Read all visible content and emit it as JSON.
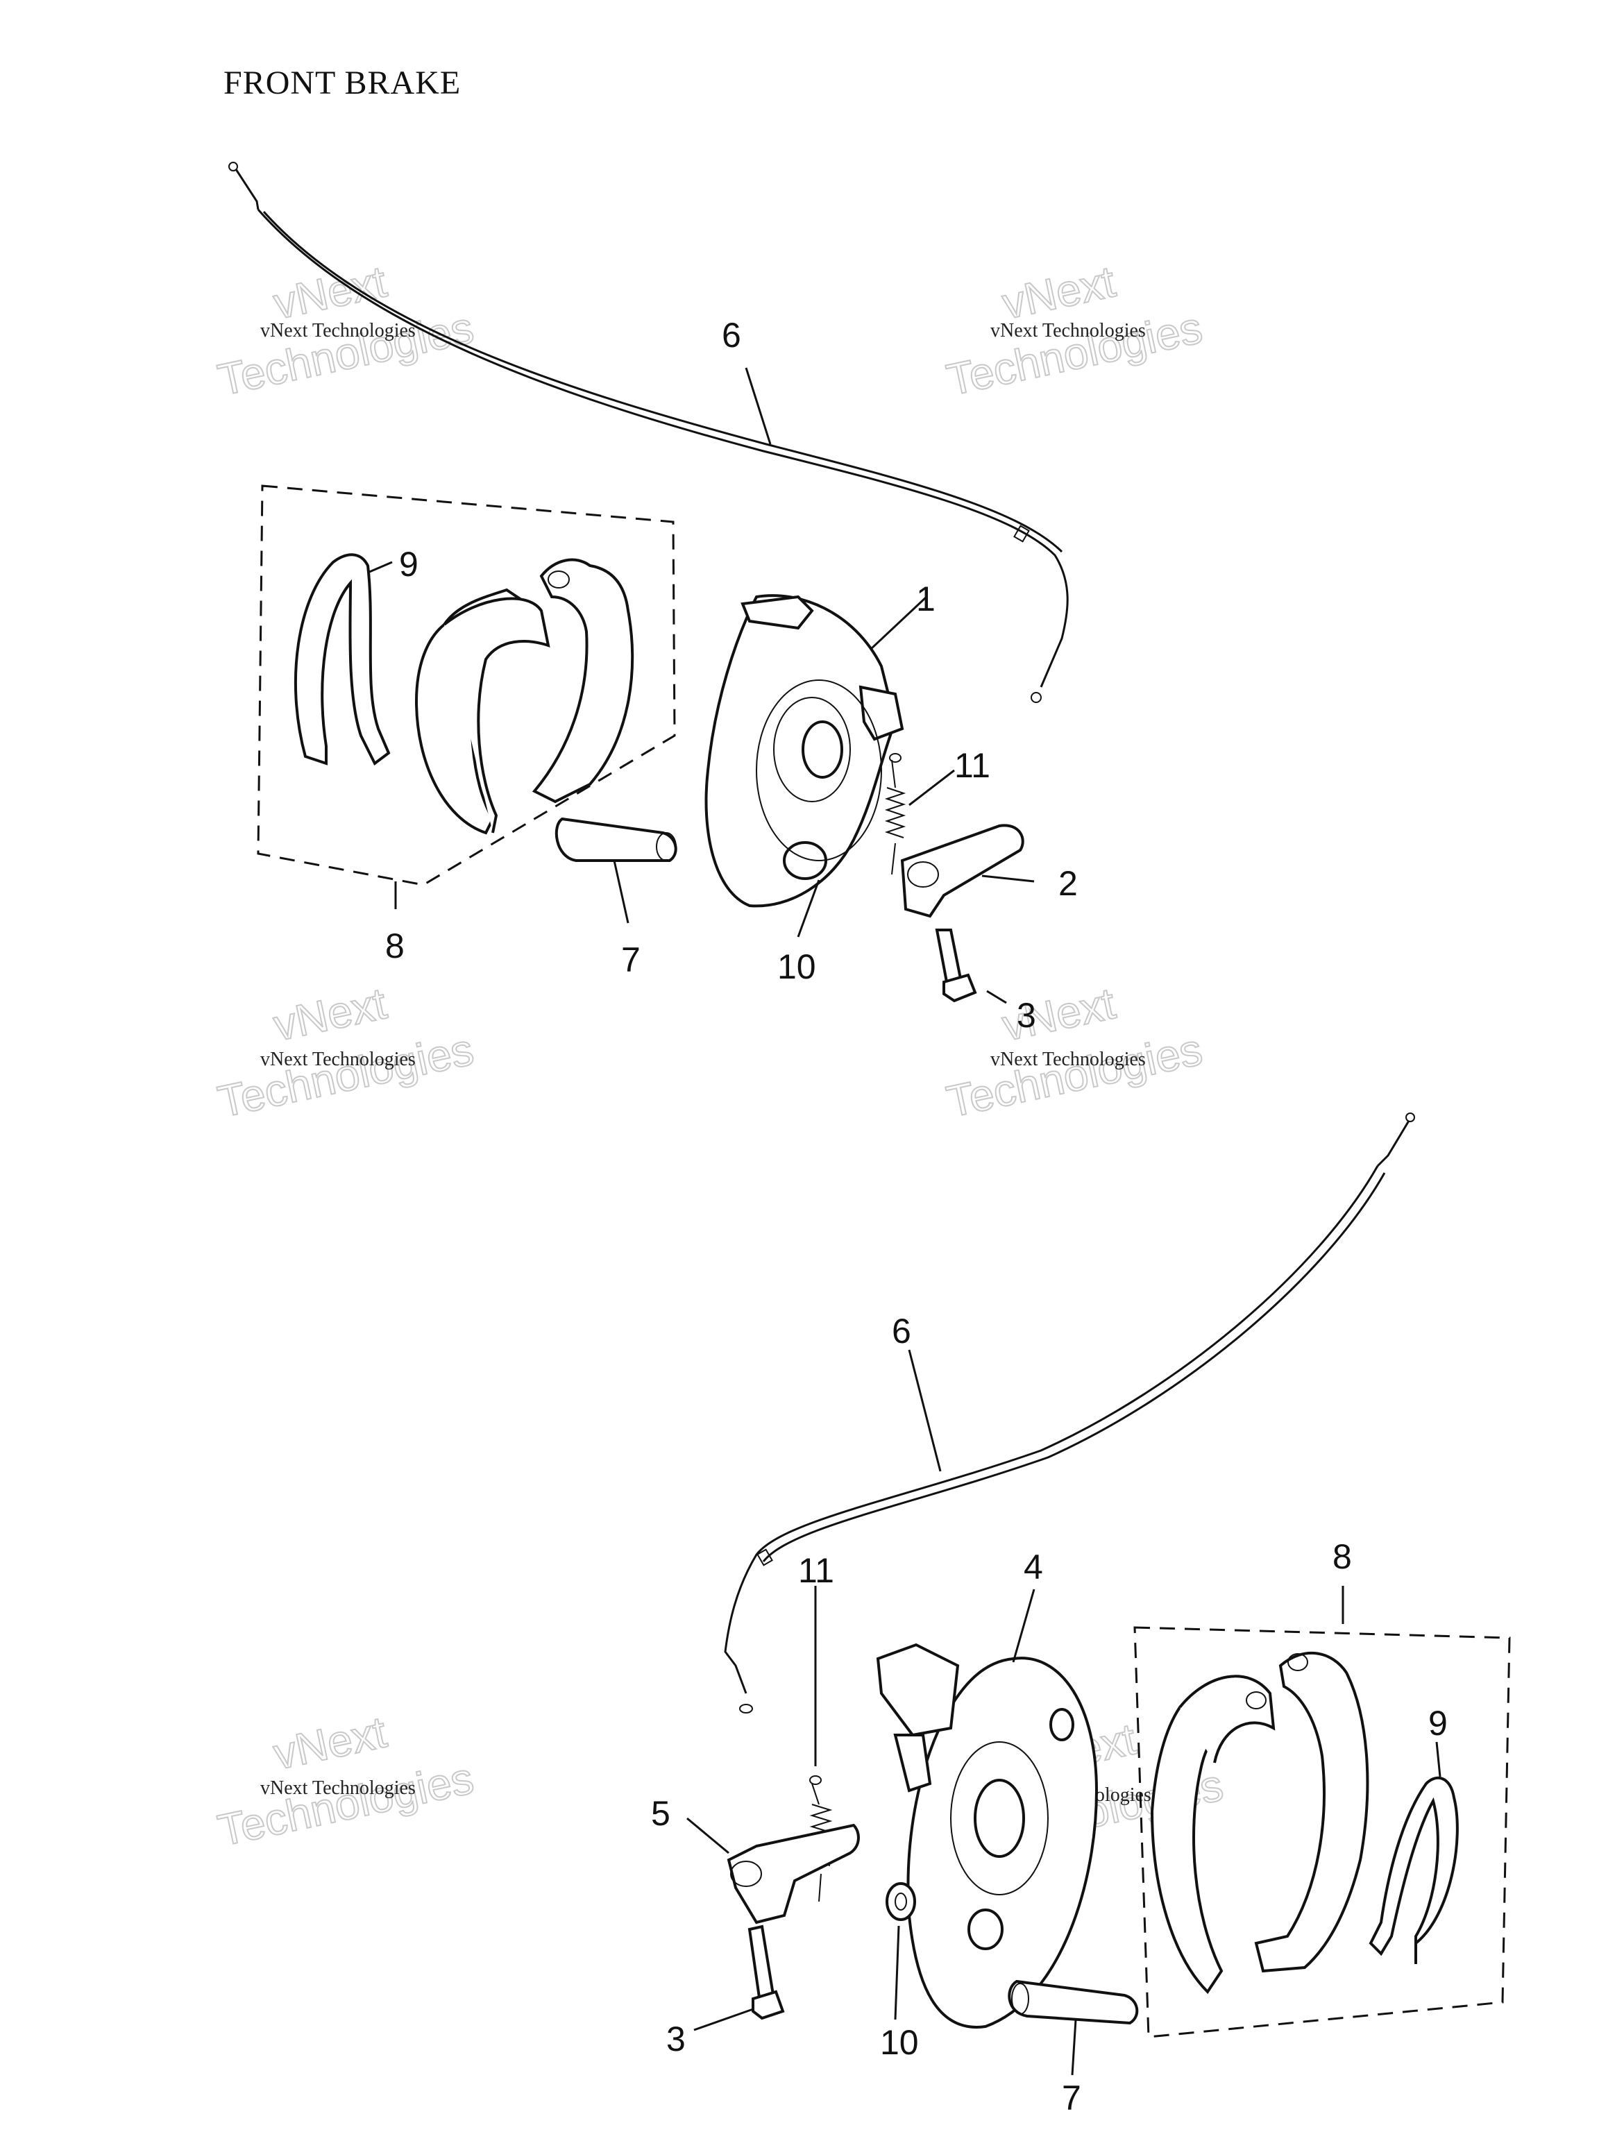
{
  "title": "FRONT BRAKE",
  "watermark": {
    "small": "vNext Technologies",
    "big_line1": "vNext",
    "big_line2": "Technologies"
  },
  "callouts": {
    "upper": {
      "c1": "1",
      "c2": "2",
      "c3": "3",
      "c6": "6",
      "c7": "7",
      "c8": "8",
      "c9": "9",
      "c10": "10",
      "c11": "11"
    },
    "lower": {
      "c3": "3",
      "c4": "4",
      "c5": "5",
      "c6": "6",
      "c7": "7",
      "c8": "8",
      "c9": "9",
      "c10": "10",
      "c11": "11"
    }
  }
}
